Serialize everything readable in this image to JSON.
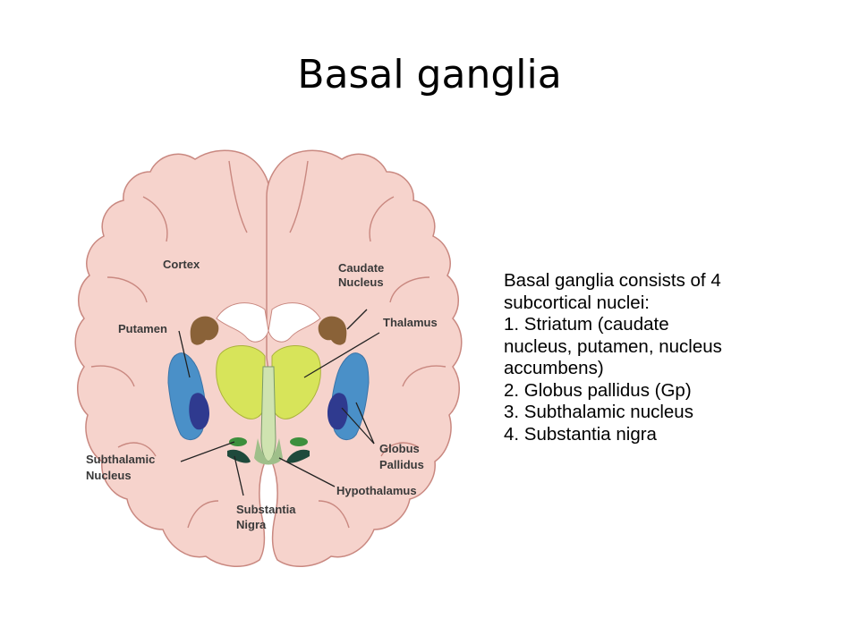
{
  "slide": {
    "title": "Basal ganglia"
  },
  "figure": {
    "labels": {
      "cortex": "Cortex",
      "caudate_1": "Caudate",
      "caudate_2": "Nucleus",
      "thalamus": "Thalamus",
      "putamen": "Putamen",
      "globus_1": "Globus",
      "globus_2": "Pallidus",
      "subthalamic_1": "Subthalamic",
      "subthalamic_2": "Nucleus",
      "hypothalamus": "Hypothalamus",
      "substantia_1": "Substantia",
      "substantia_2": "Nigra"
    },
    "colors": {
      "cortex": "#f6d3cc",
      "cortex_outline": "#c98880",
      "caudate": "#8a6238",
      "putamen": "#4a90c8",
      "globus_pallidus": "#2f3a8f",
      "thalamus": "#d7e45a",
      "subthalamic": "#3c8f3c",
      "substantia_nigra": "#1f4a3c"
    }
  },
  "note": {
    "lines": [
      "Basal ganglia consists of 4",
      "subcortical nuclei:",
      "1. Striatum (caudate",
      "nucleus, putamen, nucleus",
      "accumbens)",
      "2. Globus pallidus (Gp)",
      "3. Subthalamic nucleus",
      "4. Substantia nigra"
    ]
  }
}
